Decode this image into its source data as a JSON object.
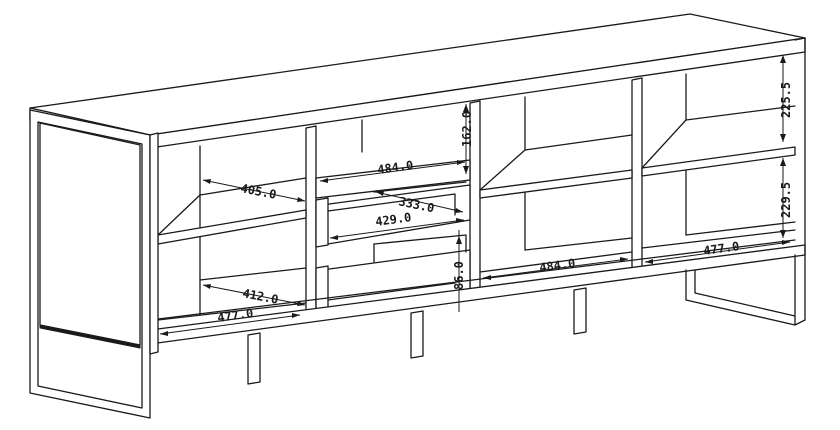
{
  "dimensions": [
    {
      "id": "dim-405",
      "label": "405.0"
    },
    {
      "id": "dim-412",
      "label": "412.0"
    },
    {
      "id": "dim-477-left",
      "label": "477.0"
    },
    {
      "id": "dim-484-top",
      "label": "484.0"
    },
    {
      "id": "dim-333",
      "label": "333.0"
    },
    {
      "id": "dim-429",
      "label": "429.0"
    },
    {
      "id": "dim-162",
      "label": "162.0"
    },
    {
      "id": "dim-86",
      "label": "86.0"
    },
    {
      "id": "dim-484-bottom",
      "label": "484.0"
    },
    {
      "id": "dim-225",
      "label": "225.5"
    },
    {
      "id": "dim-229",
      "label": "229.5"
    },
    {
      "id": "dim-477-right",
      "label": "477.0"
    }
  ]
}
